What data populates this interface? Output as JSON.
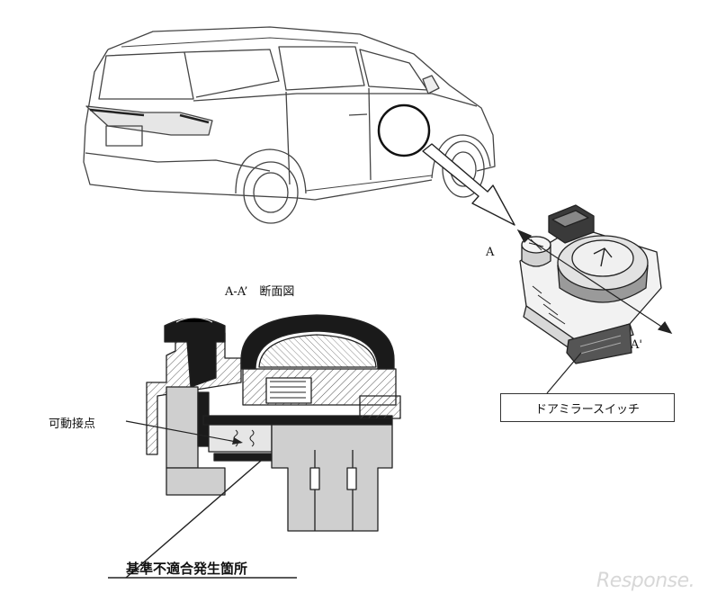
{
  "labels": {
    "a": "A",
    "a_prime": "A'",
    "section_view": "A-A’　断面図",
    "movable_contact": "可動接点",
    "door_mirror_switch": "ドアミラースイッチ",
    "nonconformity_location": "基準不適合発生箇所"
  },
  "watermark": {
    "text": "Response."
  },
  "colors": {
    "line": "#333333",
    "fill_dark": "#1a1a1a",
    "fill_grey": "#9a9a9a",
    "fill_light": "#cfcfcf",
    "watermark": "#d7d7d7"
  }
}
